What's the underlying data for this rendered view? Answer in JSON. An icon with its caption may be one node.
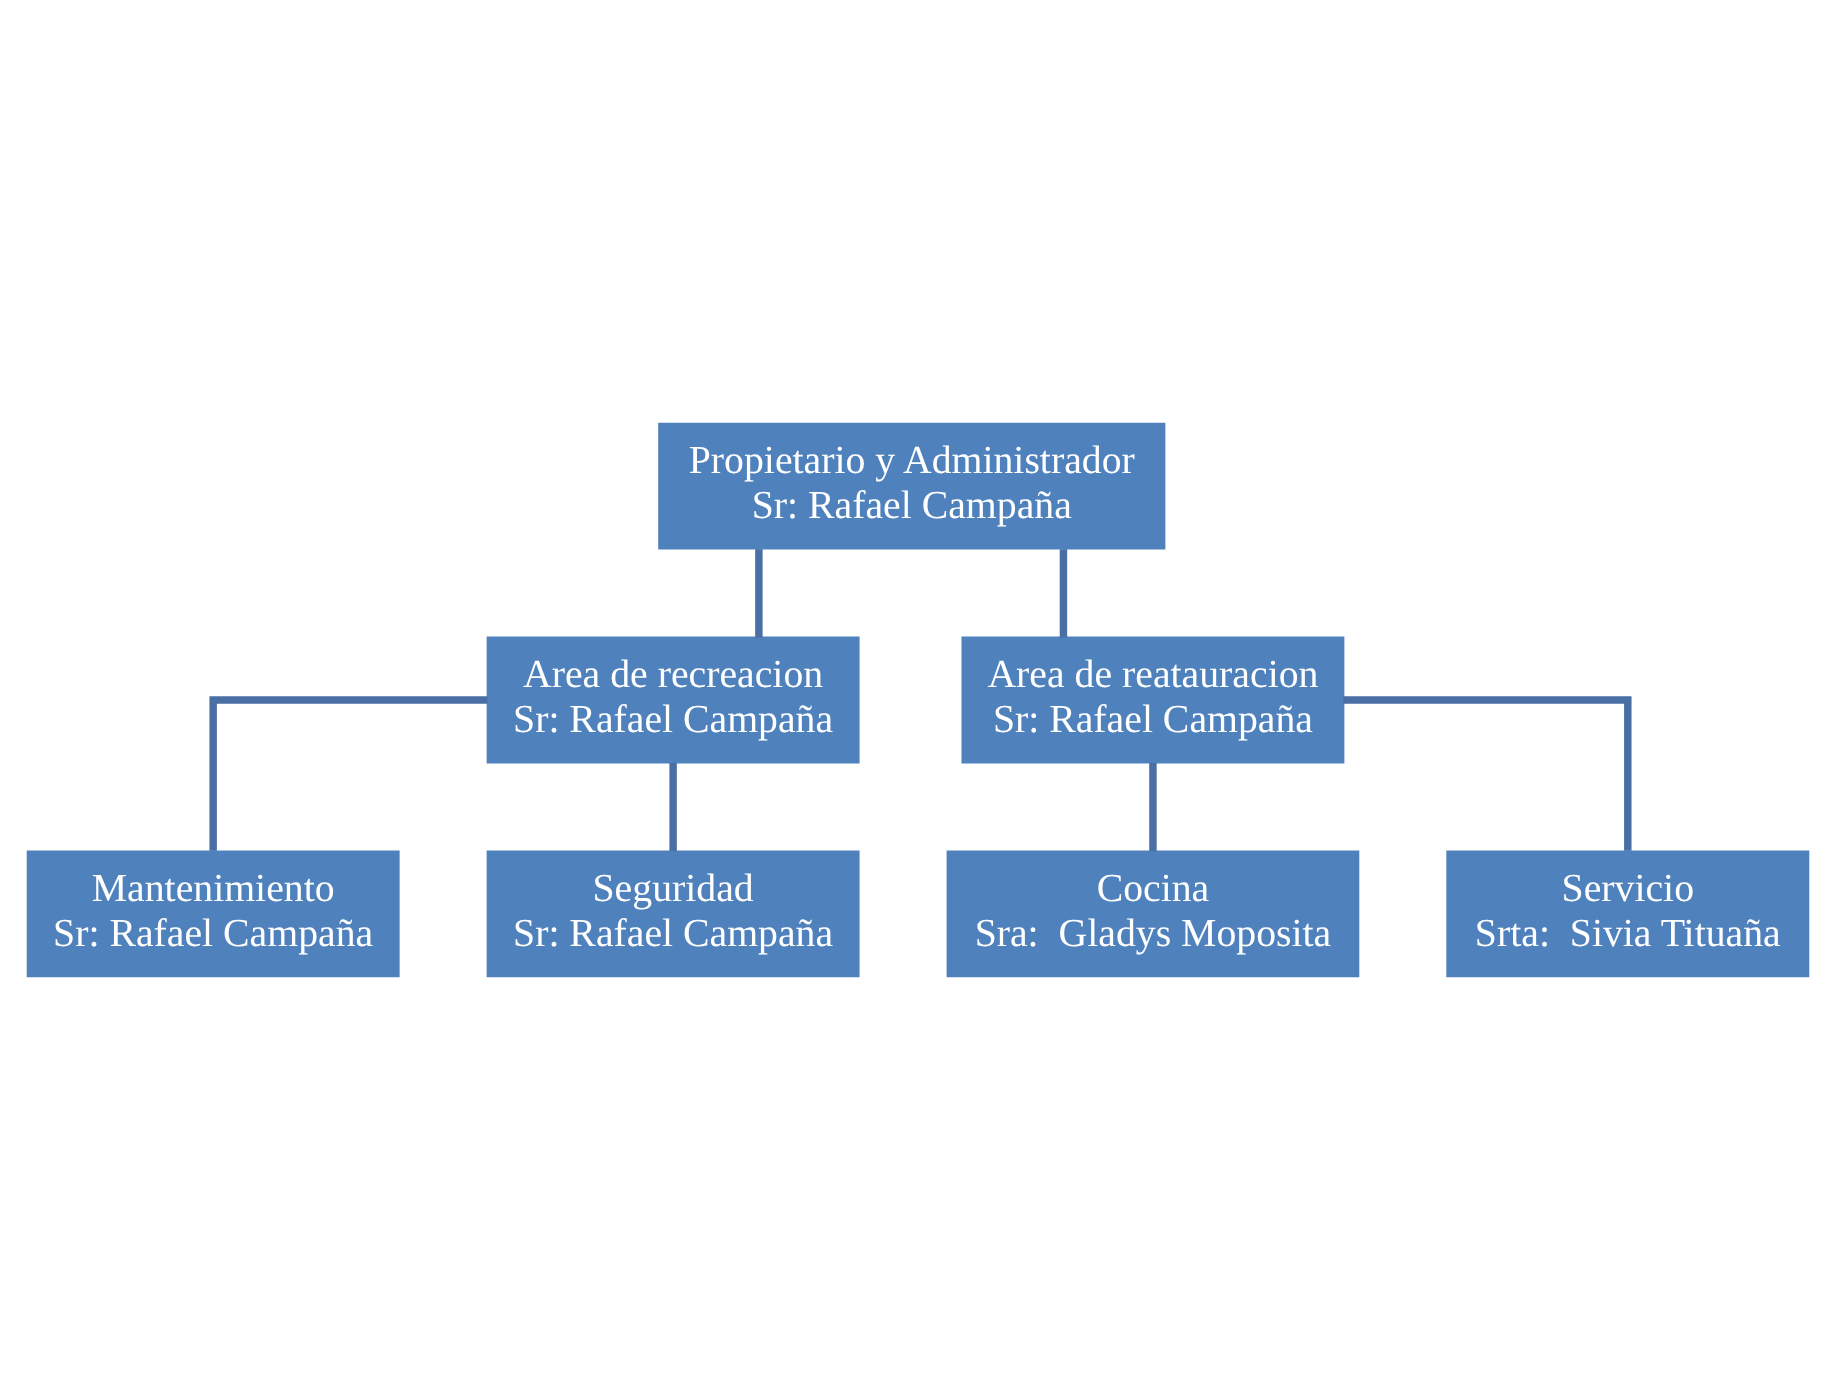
{
  "diagram": {
    "nodes": [
      {
        "text": [
          "Propietario y Administrador",
          "Sr: Rafael Campaña"
        ]
      },
      {
        "text": [
          "Area de recreacion",
          "Sr: Rafael Campaña"
        ]
      },
      {
        "text": [
          "Area de reatauracion",
          "Sr: Rafael Campaña"
        ]
      },
      {
        "text": [
          "Mantenimiento",
          "Sr: Rafael Campaña"
        ]
      },
      {
        "text": [
          "Cocina",
          "Sra:  Gladys Moposita"
        ]
      },
      {
        "text": [
          "Seguridad",
          "Sr: Rafael Campaña"
        ]
      },
      {
        "text": [
          "Servicio",
          "Srta:  Sivia Tituaña"
        ]
      }
    ],
    "edges": [
      {
        "from": 0,
        "to": 1,
        "arrow": "none"
      },
      {
        "from": 0,
        "to": 2,
        "arrow": "none"
      },
      {
        "from": 1,
        "to": 3,
        "arrow": "none"
      },
      {
        "from": 1,
        "to": 5,
        "arrow": "none"
      },
      {
        "from": 2,
        "to": 4,
        "arrow": "none"
      },
      {
        "from": 2,
        "to": 6,
        "arrow": "none"
      }
    ]
  }
}
